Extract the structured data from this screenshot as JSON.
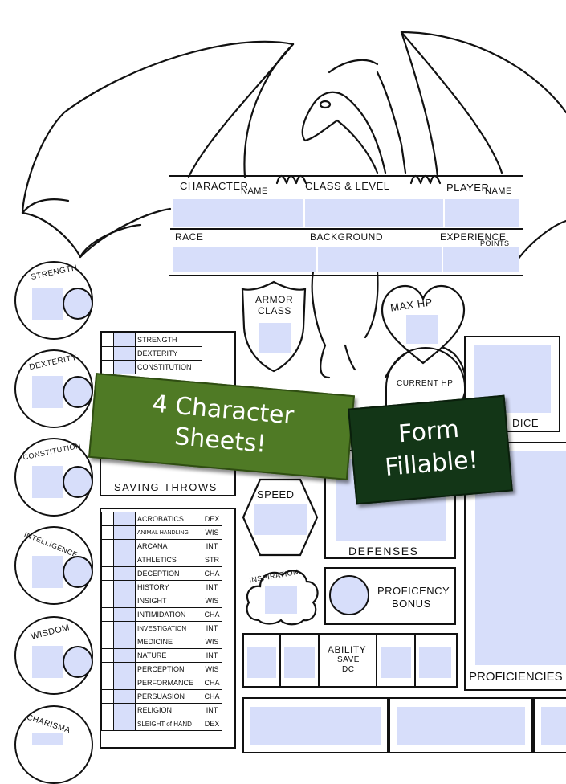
{
  "header": {
    "character_name_1": "CHARACTER",
    "character_name_2": "NAME",
    "class_level": "CLASS & LEVEL",
    "player_name_1": "PLAYER",
    "player_name_2": "NAME",
    "race": "RACE",
    "background": "BACKGROUND",
    "experience_1": "EXPERIENCE",
    "experience_2": "POINTS"
  },
  "abilities": [
    "STRENGTH",
    "DEXTERITY",
    "CONSTITUTION",
    "INTELLIGENCE",
    "WISDOM",
    "CHARISMA"
  ],
  "saving_throws": {
    "title": "SAVING THROWS",
    "rows": [
      "STRENGTH",
      "DEXTERITY",
      "CONSTITUTION"
    ]
  },
  "skills": [
    {
      "name": "ACROBATICS",
      "ability": "DEX"
    },
    {
      "name": "ANIMAL HANDLING",
      "ability": "WIS"
    },
    {
      "name": "ARCANA",
      "ability": "INT"
    },
    {
      "name": "ATHLETICS",
      "ability": "STR"
    },
    {
      "name": "DECEPTION",
      "ability": "CHA"
    },
    {
      "name": "HISTORY",
      "ability": "INT"
    },
    {
      "name": "INSIGHT",
      "ability": "WIS"
    },
    {
      "name": "INTIMIDATION",
      "ability": "CHA"
    },
    {
      "name": "INVESTIGATION",
      "ability": "INT"
    },
    {
      "name": "MEDICINE",
      "ability": "WIS"
    },
    {
      "name": "NATURE",
      "ability": "INT"
    },
    {
      "name": "PERCEPTION",
      "ability": "WIS"
    },
    {
      "name": "PERFORMANCE",
      "ability": "CHA"
    },
    {
      "name": "PERSUASION",
      "ability": "CHA"
    },
    {
      "name": "RELIGION",
      "ability": "INT"
    },
    {
      "name": "SLEIGHT of HAND",
      "ability": "DEX"
    }
  ],
  "combat": {
    "armor_1": "ARMOR",
    "armor_2": "CLASS",
    "max_hp": "MAX HP",
    "current_hp": "CURRENT HP",
    "dice": "DICE",
    "speed": "SPEED",
    "defenses": "DEFENSES",
    "inspiration": "INSPIRATION",
    "proficiency_1": "PROFICENCY",
    "proficiency_2": "BONUS",
    "save_dc_1": "ABILITY",
    "save_dc_2": "SAVE",
    "save_dc_3": "DC",
    "proficiencies": "PROFICIENCIES"
  },
  "banners": {
    "sheets_1": "4 Character",
    "sheets_2": "Sheets!",
    "fillable_1": "Form",
    "fillable_2": "Fillable!"
  },
  "colors": {
    "field_fill": "#d7defa",
    "banner_green": "#4f7a25",
    "banner_dark": "#133617"
  }
}
